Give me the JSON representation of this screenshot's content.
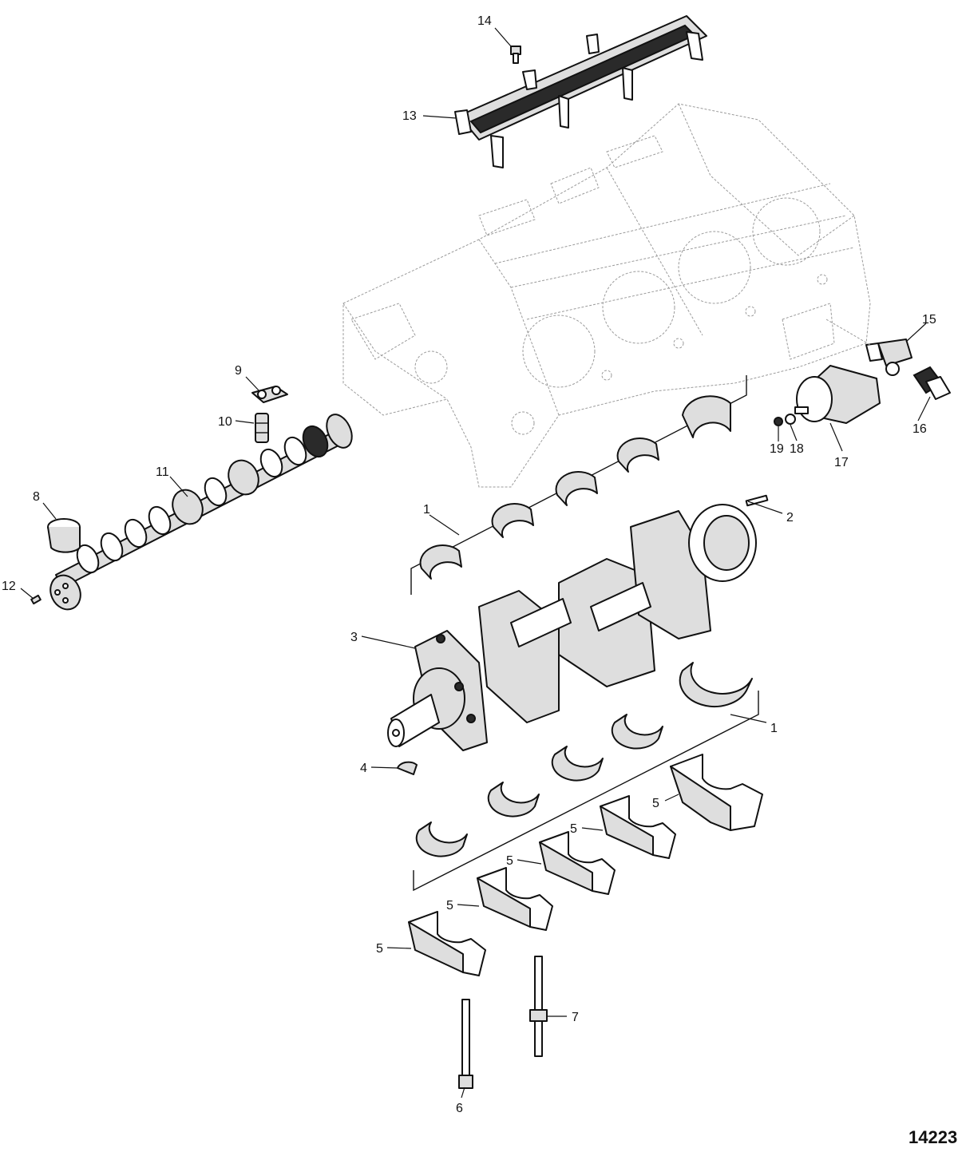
{
  "figure_number": "14223",
  "callouts": [
    {
      "id": "c1a",
      "label": "1"
    },
    {
      "id": "c1b",
      "label": "1"
    },
    {
      "id": "c2",
      "label": "2"
    },
    {
      "id": "c3",
      "label": "3"
    },
    {
      "id": "c4",
      "label": "4"
    },
    {
      "id": "c5a",
      "label": "5"
    },
    {
      "id": "c5b",
      "label": "5"
    },
    {
      "id": "c5c",
      "label": "5"
    },
    {
      "id": "c5d",
      "label": "5"
    },
    {
      "id": "c5e",
      "label": "5"
    },
    {
      "id": "c6",
      "label": "6"
    },
    {
      "id": "c7",
      "label": "7"
    },
    {
      "id": "c8",
      "label": "8"
    },
    {
      "id": "c9",
      "label": "9"
    },
    {
      "id": "c10",
      "label": "10"
    },
    {
      "id": "c11",
      "label": "11"
    },
    {
      "id": "c12",
      "label": "12"
    },
    {
      "id": "c13",
      "label": "13"
    },
    {
      "id": "c14",
      "label": "14"
    },
    {
      "id": "c15",
      "label": "15"
    },
    {
      "id": "c16",
      "label": "16"
    },
    {
      "id": "c17",
      "label": "17"
    },
    {
      "id": "c18",
      "label": "18"
    },
    {
      "id": "c19",
      "label": "19"
    }
  ]
}
